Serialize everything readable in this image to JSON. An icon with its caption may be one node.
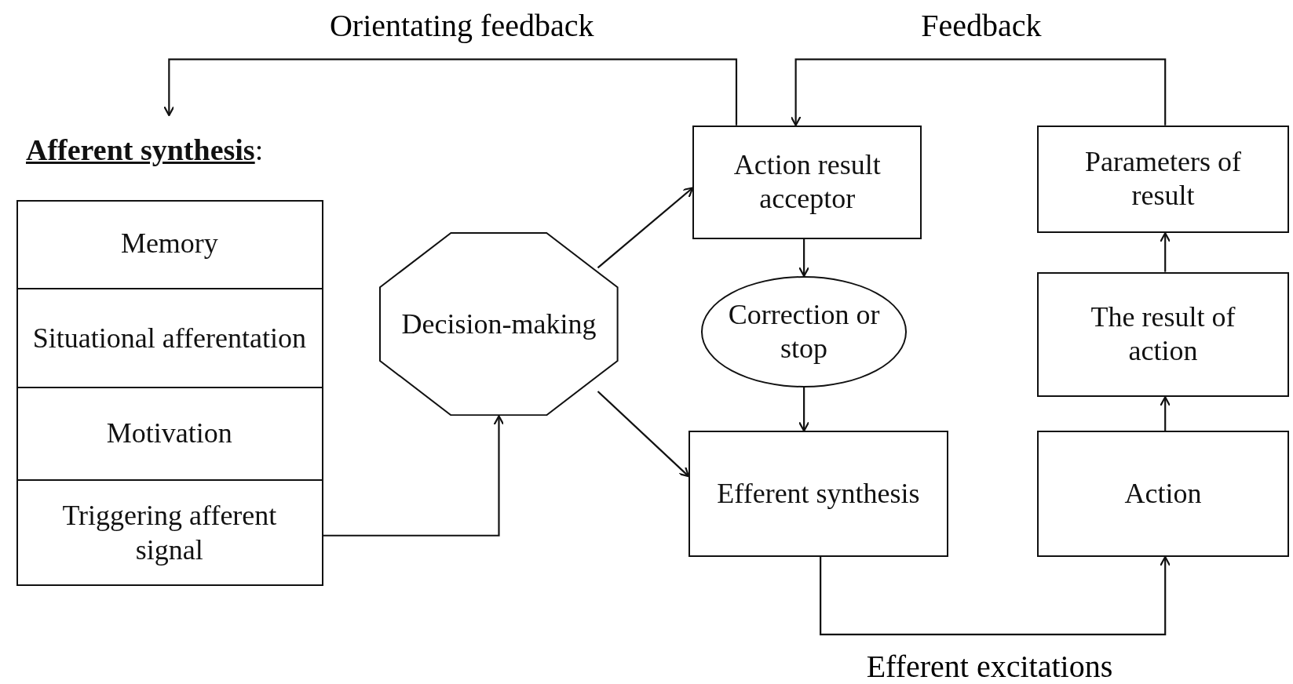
{
  "diagram": {
    "nodes": [
      {
        "text": [
          "**Afferent synthesis**:"
        ]
      },
      {
        "text": [
          "Memory"
        ],
        "in": 0
      },
      {
        "text": [
          "Situational afferentation"
        ],
        "in": 0
      },
      {
        "text": [
          "Motivation"
        ],
        "in": 0
      },
      {
        "text": [
          "Triggering afferent signal"
        ],
        "in": 0
      },
      {
        "text": [
          "Decision-making"
        ]
      },
      {
        "text": [
          "Action result acceptor"
        ]
      },
      {
        "text": [
          "Correction or stop"
        ]
      },
      {
        "text": [
          "Efferent synthesis"
        ]
      },
      {
        "text": [
          "Parameters of result"
        ]
      },
      {
        "text": [
          "The result of action"
        ]
      },
      {
        "text": [
          "Action"
        ]
      }
    ],
    "edges": [
      {
        "from": 4,
        "to": 5,
        "arrow": "to"
      },
      {
        "from": 5,
        "to": 6,
        "arrow": "to"
      },
      {
        "from": 5,
        "to": 8,
        "arrow": "to"
      },
      {
        "from": 6,
        "to": 7,
        "arrow": "to"
      },
      {
        "from": 7,
        "to": 8,
        "arrow": "to"
      },
      {
        "from": 8,
        "to": 11,
        "arrow": "to",
        "label": "Efferent excitations"
      },
      {
        "from": 11,
        "to": 10,
        "arrow": "to"
      },
      {
        "from": 10,
        "to": 9,
        "arrow": "to"
      },
      {
        "from": 6,
        "to": 0,
        "arrow": "to",
        "label": "Orientating feedback"
      },
      {
        "from": 9,
        "to": 6,
        "arrow": "to",
        "label": "Feedback"
      }
    ]
  }
}
